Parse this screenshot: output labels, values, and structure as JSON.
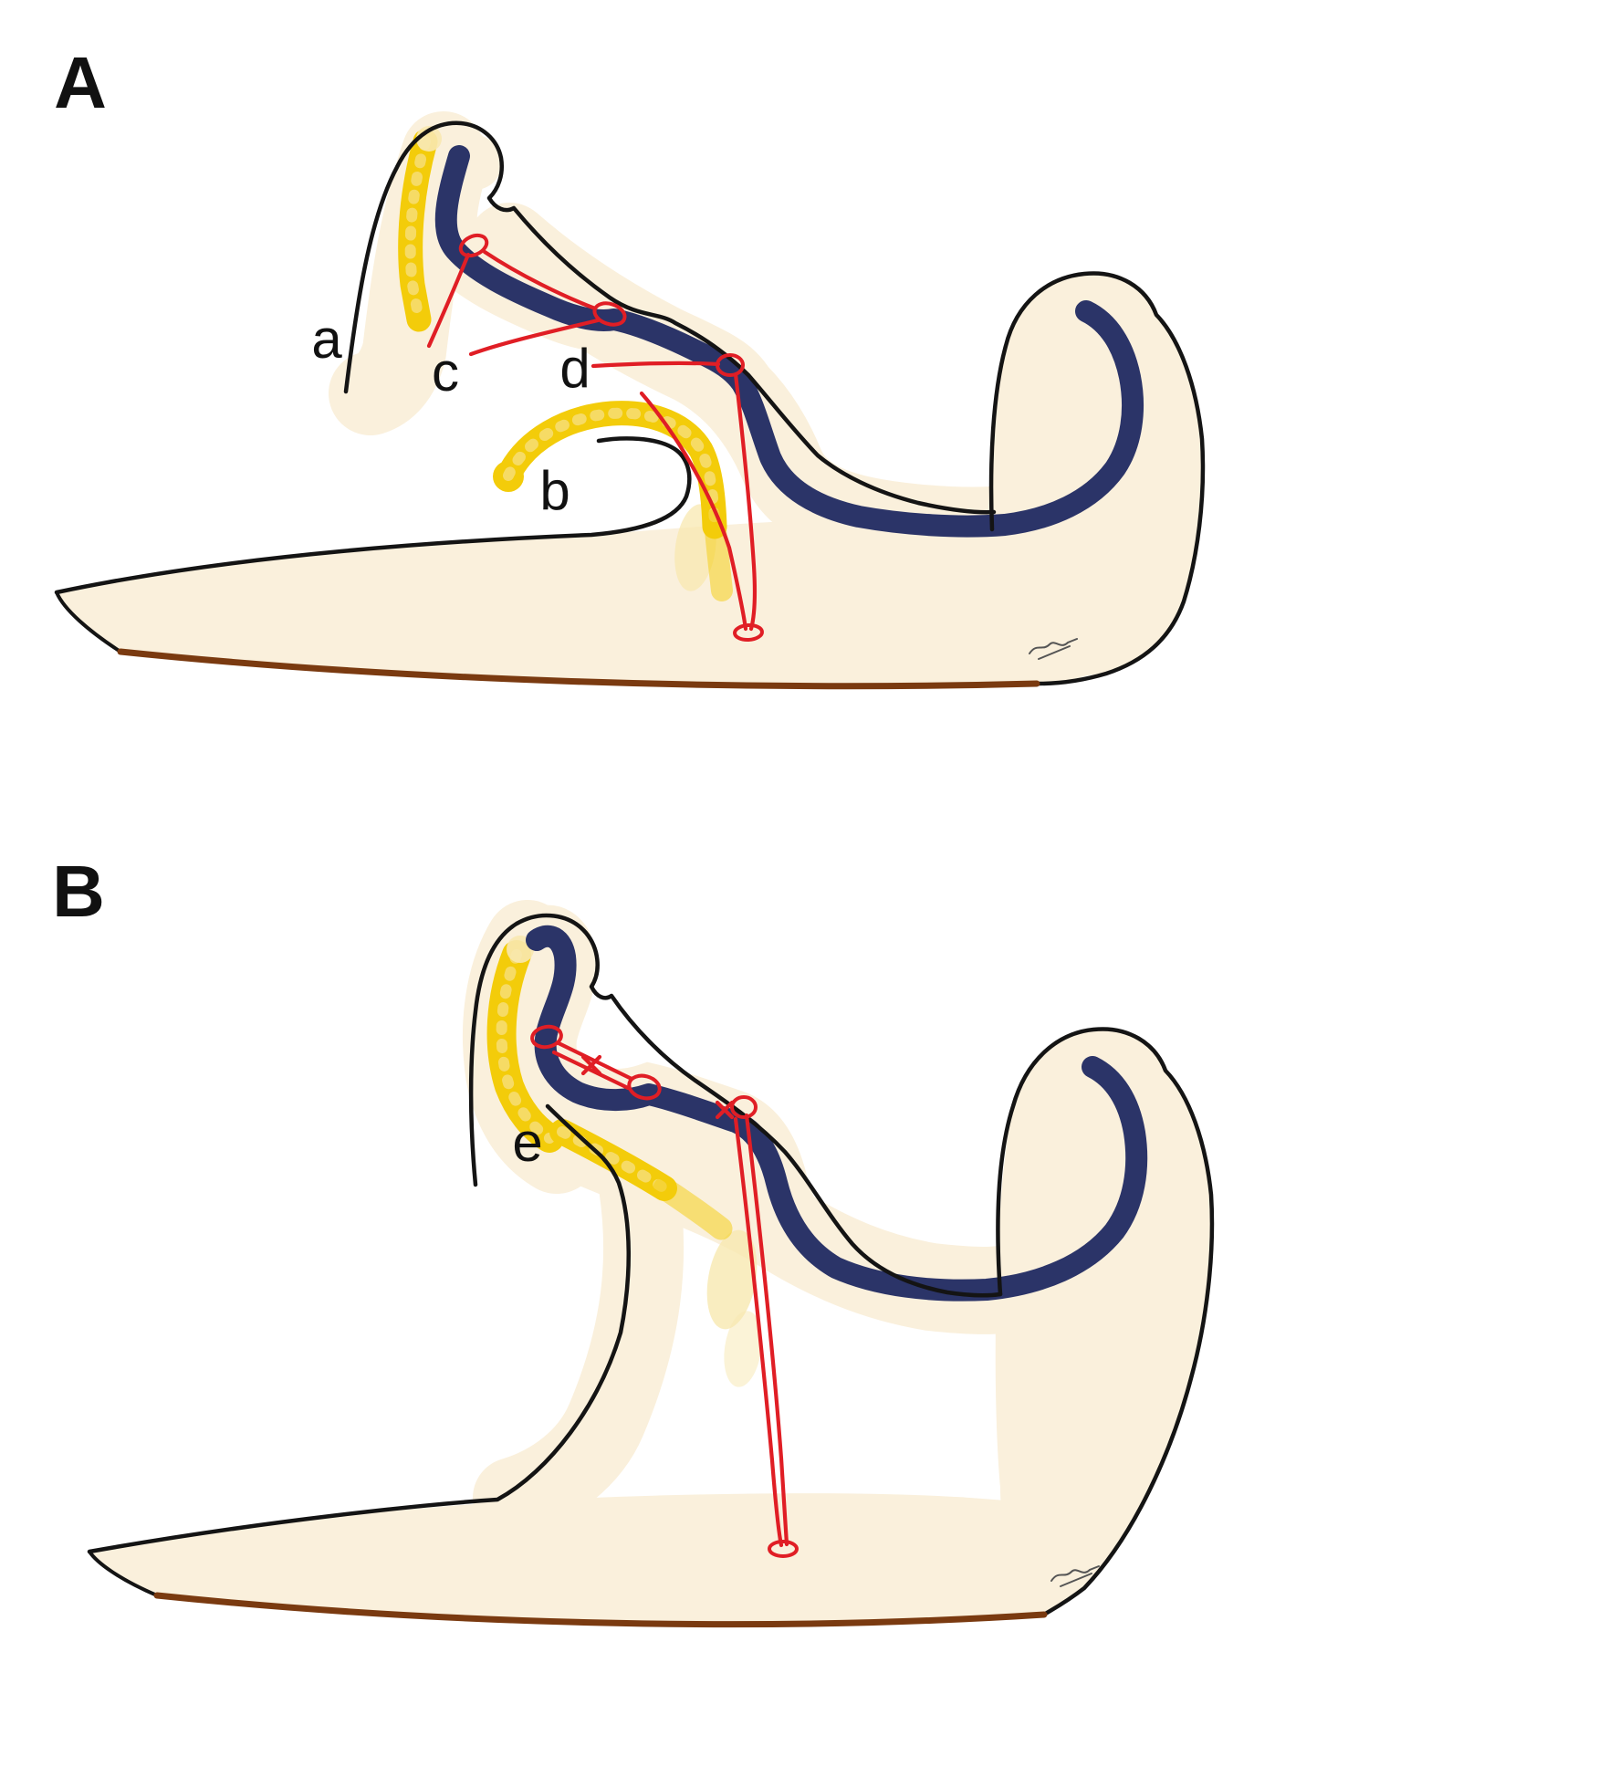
{
  "labels": {
    "panelA": "A",
    "panelB": "B",
    "a": "a",
    "b": "b",
    "c": "c",
    "d": "d",
    "e": "e"
  },
  "colors": {
    "background": "#FFFFFF",
    "cream": "#FAF0DC",
    "navy": "#2B3468",
    "yellow": "#F3CC0A",
    "paleYellow": "#F8E8B0",
    "red": "#E01E25",
    "brown": "#7A3A10",
    "outline": "#141414",
    "signature": "#555555"
  }
}
